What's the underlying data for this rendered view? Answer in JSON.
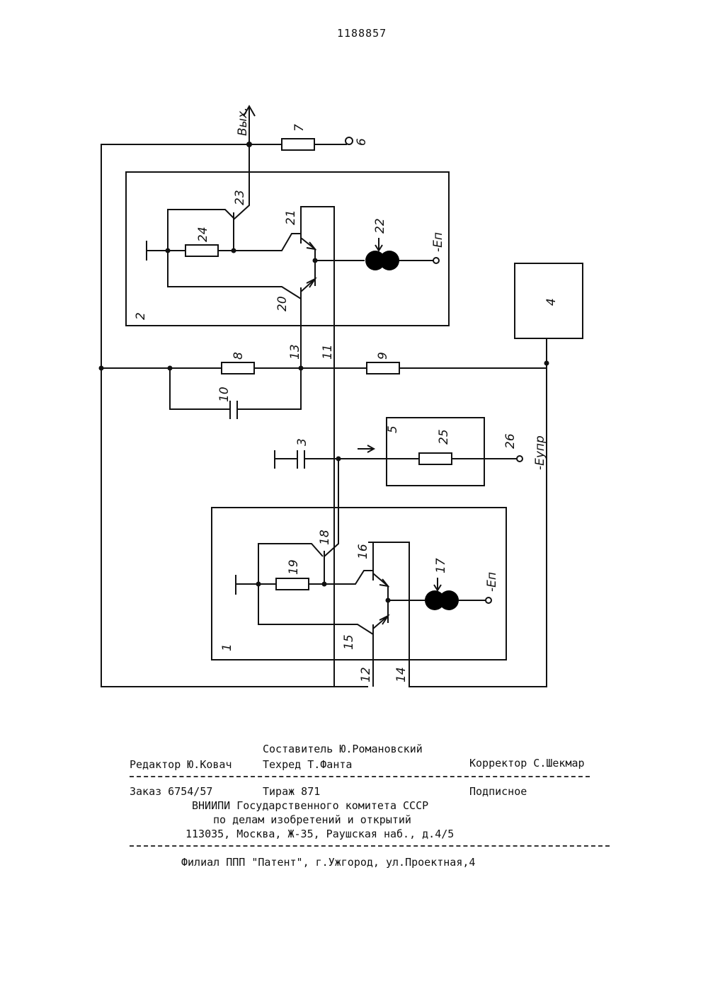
{
  "page_number": "1188857",
  "schematic": {
    "labels": {
      "out": "Вых.",
      "n1": "1",
      "n2": "2",
      "n3": "3",
      "n4": "4",
      "n5": "5",
      "n6": "6",
      "n7": "7",
      "n8": "8",
      "n9": "9",
      "n10": "10",
      "n11": "11",
      "n12": "12",
      "n13": "13",
      "n14": "14",
      "n15": "15",
      "n16": "16",
      "n17": "17",
      "n18": "18",
      "n19": "19",
      "n20": "20",
      "n21": "21",
      "n22": "22",
      "n23": "23",
      "n24": "24",
      "n25": "25",
      "n26": "26",
      "supply_top": "-Eп",
      "supply_bottom": "-Eп",
      "control": "-Eупр"
    }
  },
  "imprint": {
    "compiler": "Составитель Ю.Романовский",
    "editor": "Редактор Ю.Ковач",
    "techred": "Техред Т.Фанта",
    "corrector": "Корректор С.Шекмар",
    "order": "Заказ 6754/57",
    "circulation": "Тираж 871",
    "subscription": "Подписное",
    "org_line1": "ВНИИПИ Государственного комитета СССР",
    "org_line2": "по делам изобретений и открытий",
    "org_line3": "113035, Москва, Ж-35, Раушская наб., д.4/5",
    "branch": "Филиал ППП \"Патент\", г.Ужгород, ул.Проектная,4"
  }
}
